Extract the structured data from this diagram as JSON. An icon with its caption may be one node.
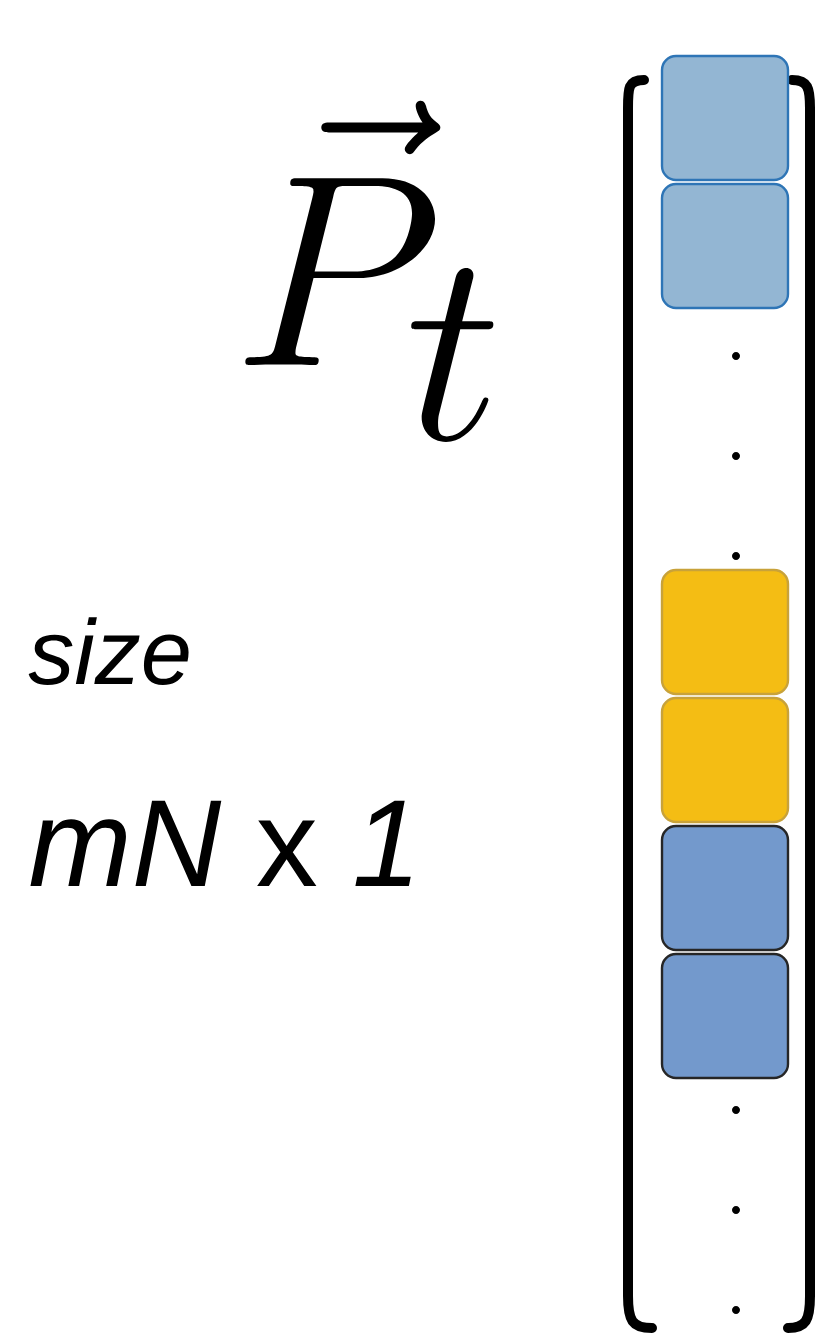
{
  "diagram": {
    "labels": [
      "\\vec{P}_t",
      "size",
      "*mN* x *1*"
    ]
  }
}
